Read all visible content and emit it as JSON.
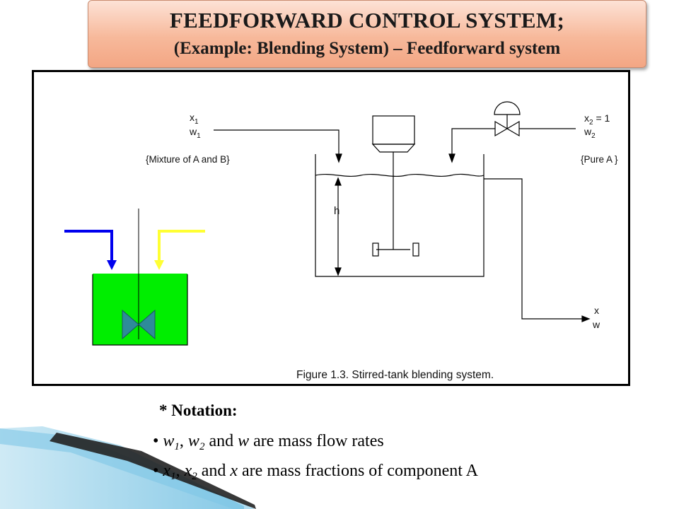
{
  "header": {
    "title": "FEEDFORWARD CONTROL SYSTEM;",
    "subtitle": "(Example: Blending System) – Feedforward system"
  },
  "figure": {
    "caption": "Figure 1.3.  Stirred-tank blending system.",
    "left_stream": {
      "composition": "x",
      "composition_sub": "1",
      "flow": "w",
      "flow_sub": "1",
      "description": "{Mixture of A and B}"
    },
    "right_stream": {
      "composition": "x",
      "composition_sub": "2",
      "composition_value": " = 1",
      "flow": "w",
      "flow_sub": "2",
      "description": "{Pure A }"
    },
    "outlet": {
      "composition": "x",
      "flow": "w"
    },
    "level_label": "h",
    "colors": {
      "inlet_1": "#0000ee",
      "inlet_2": "#ffff33",
      "tank_fill": "#00ee00",
      "valve": "#2e8b9a"
    }
  },
  "notation": {
    "heading": "* Notation:",
    "bullet": "•",
    "items": [
      {
        "v1": "w",
        "s1": "1",
        "sep": ", ",
        "v2": "w",
        "s2": "2",
        "mid": " and ",
        "v3": "w",
        "rest": " are mass flow rates"
      },
      {
        "v1": "x",
        "s1": "1",
        "sep": ", ",
        "v2": "x",
        "s2": "2",
        "mid": " and ",
        "v3": "x",
        "rest": " are mass fractions of component A"
      }
    ]
  }
}
